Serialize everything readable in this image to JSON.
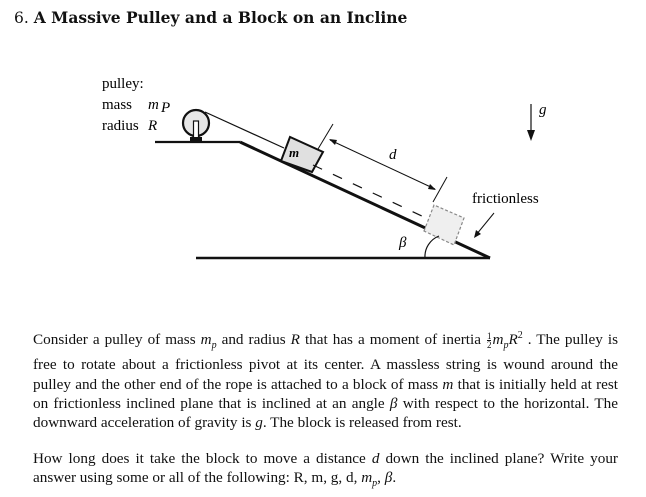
{
  "problem": {
    "number": "6.",
    "title": "A Massive Pulley and a Block on an Incline"
  },
  "figure": {
    "pulley_label": "pulley:",
    "mass_label": "mass",
    "mass_symbol": "m",
    "mass_subscript": "P",
    "radius_label": "radius",
    "radius_symbol": "R",
    "block_label": "m",
    "distance_label": "d",
    "gravity_label": "g",
    "surface_label": "frictionless",
    "angle_label": "β"
  },
  "paragraphs": {
    "p1_a": "Consider a pulley of mass ",
    "p1_mp": "m",
    "p1_mp_sub": "p",
    "p1_b": " and radius ",
    "p1_R": "R",
    "p1_c": " that has a moment of inertia ",
    "p1_frac_num": "1",
    "p1_frac_den": "2",
    "p1_mp2": "m",
    "p1_mp2_sub": "p",
    "p1_R2": "R",
    "p1_R2_sup": "2",
    "p1_d": " . The pulley is free to rotate about a frictionless pivot at its center.  A massless string is wound around the pulley and the other end of the rope is attached to a block of mass ",
    "p1_m": "m",
    "p1_e": " that is initially held at rest on frictionless inclined plane that is inclined at an angle ",
    "p1_beta": "β",
    "p1_f": " with respect to the horizontal. The downward acceleration of gravity is ",
    "p1_g": "g",
    "p1_h": ". The block is released from rest.",
    "p2_a": "How long does it take the block to move a distance ",
    "p2_d": "d",
    "p2_b": " down the inclined plane? Write your answer using some or all of the following: R, m, g, d, ",
    "p2_mp": "m",
    "p2_mp_sub": "p",
    "p2_c": ", ",
    "p2_beta": "β",
    "p2_d2": "."
  }
}
